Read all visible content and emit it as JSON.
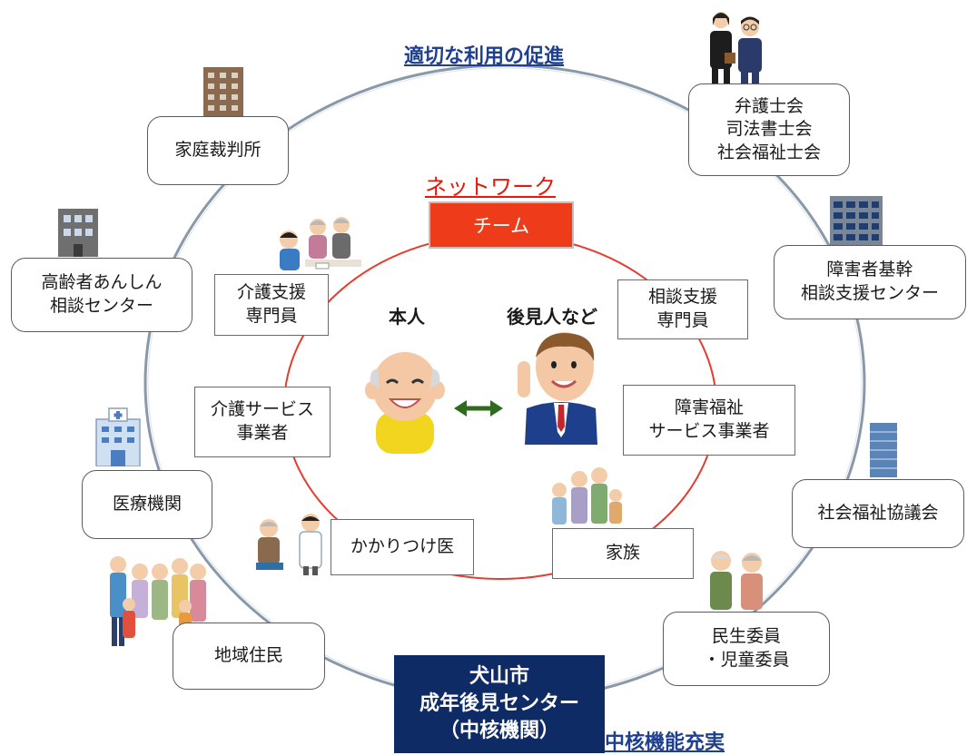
{
  "headings": {
    "top": "適切な利用の促進",
    "bottom": "中核機能充実"
  },
  "network": {
    "title": "ネットワーク",
    "team": "チーム"
  },
  "persons": {
    "principal": "本人",
    "guardian": "後見人など"
  },
  "inner_boxes": {
    "care_manager": "介護支援\n専門員",
    "consult_support": "相談支援\n専門員",
    "care_service": "介護サービス\n事業者",
    "disability_service": "障害福祉\nサービス事業者",
    "family_doctor": "かかりつけ医",
    "family": "家族"
  },
  "outer_boxes": {
    "family_court": "家庭裁判所",
    "lawyers": "弁護士会\n司法書士会\n社会福祉士会",
    "elderly_center": "高齢者あんしん\n相談センター",
    "disability_center": "障害者基幹\n相談支援センター",
    "medical": "医療機関",
    "social_welfare": "社会福祉協議会",
    "residents": "地域住民",
    "welfare_commissioners": "民生委員\n・児童委員"
  },
  "center": {
    "label": "犬山市\n成年後見センター\n（中核機関）"
  },
  "colors": {
    "team_red": "#ee3b1a",
    "network_red": "#e8170b",
    "heading_blue": "#1f3f8f",
    "center_navy": "#0f2b66",
    "arrow_green": "#2e6b1e"
  }
}
